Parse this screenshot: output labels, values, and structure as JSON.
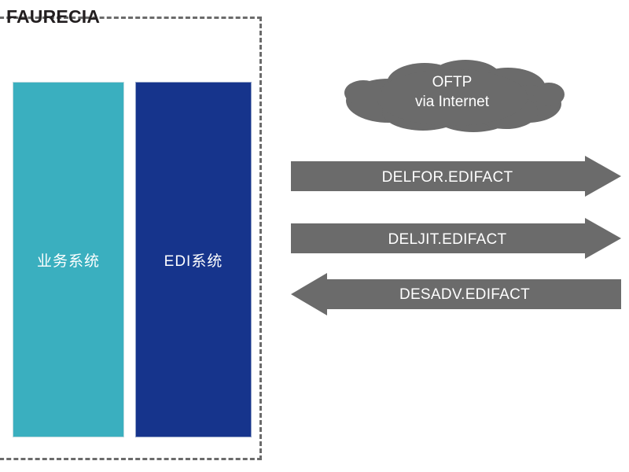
{
  "company": {
    "title": "FAURECIA",
    "boundary_style": "dashed",
    "boundary_color": "#6b6b6b"
  },
  "systems": [
    {
      "id": "business-system",
      "label": "业务系统",
      "color": "#3aafbf"
    },
    {
      "id": "edi-system",
      "label": "EDI系统",
      "color": "#16348c"
    }
  ],
  "network": {
    "icon": "cloud-icon",
    "label_line1": "OFTP",
    "label_line2": "via Internet",
    "color": "#6b6b6b"
  },
  "messages": [
    {
      "id": "delfor",
      "label": "DELFOR.EDIFACT",
      "direction": "right",
      "color": "#6b6b6b"
    },
    {
      "id": "deljit",
      "label": "DELJIT.EDIFACT",
      "direction": "right",
      "color": "#6b6b6b"
    },
    {
      "id": "desadv",
      "label": "DESADV.EDIFACT",
      "direction": "left",
      "color": "#6b6b6b"
    }
  ]
}
